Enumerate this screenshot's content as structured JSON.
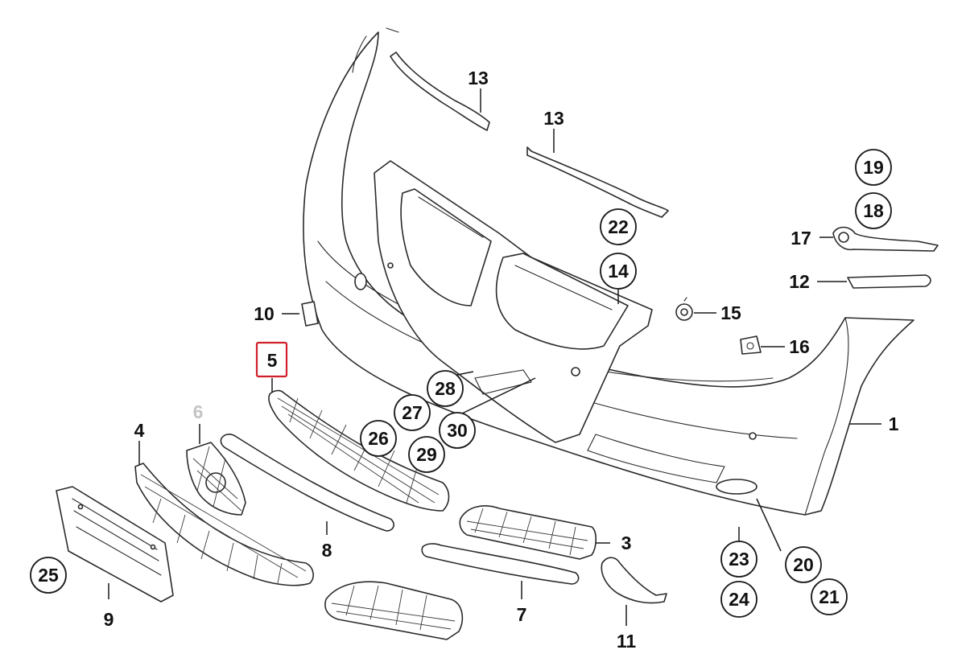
{
  "colors": {
    "line": "#2a2a2a",
    "highlight_box": "#d0202a",
    "dimmed_label": "#c4c4c4",
    "background": "#ffffff"
  },
  "labels": [
    {
      "id": "p1",
      "text": "1",
      "style": "plain"
    },
    {
      "id": "p3",
      "text": "3",
      "style": "plain"
    },
    {
      "id": "p4",
      "text": "4",
      "style": "plain"
    },
    {
      "id": "p5",
      "text": "5",
      "style": "boxed"
    },
    {
      "id": "p6",
      "text": "6",
      "style": "dimmed"
    },
    {
      "id": "p7",
      "text": "7",
      "style": "plain"
    },
    {
      "id": "p8",
      "text": "8",
      "style": "plain"
    },
    {
      "id": "p9",
      "text": "9",
      "style": "plain"
    },
    {
      "id": "p10",
      "text": "10",
      "style": "plain"
    },
    {
      "id": "p11",
      "text": "11",
      "style": "plain"
    },
    {
      "id": "p12",
      "text": "12",
      "style": "plain"
    },
    {
      "id": "p13a",
      "text": "13",
      "style": "plain"
    },
    {
      "id": "p13b",
      "text": "13",
      "style": "plain"
    },
    {
      "id": "p14",
      "text": "14",
      "style": "circled"
    },
    {
      "id": "p15",
      "text": "15",
      "style": "plain"
    },
    {
      "id": "p16",
      "text": "16",
      "style": "plain"
    },
    {
      "id": "p17",
      "text": "17",
      "style": "plain"
    },
    {
      "id": "p18",
      "text": "18",
      "style": "circled"
    },
    {
      "id": "p19",
      "text": "19",
      "style": "circled"
    },
    {
      "id": "p20",
      "text": "20",
      "style": "circled"
    },
    {
      "id": "p21",
      "text": "21",
      "style": "circled"
    },
    {
      "id": "p22",
      "text": "22",
      "style": "circled"
    },
    {
      "id": "p23",
      "text": "23",
      "style": "circled"
    },
    {
      "id": "p24",
      "text": "24",
      "style": "circled"
    },
    {
      "id": "p25",
      "text": "25",
      "style": "circled"
    },
    {
      "id": "p26",
      "text": "26",
      "style": "circled"
    },
    {
      "id": "p27",
      "text": "27",
      "style": "circled"
    },
    {
      "id": "p28",
      "text": "28",
      "style": "circled"
    },
    {
      "id": "p29",
      "text": "29",
      "style": "circled"
    },
    {
      "id": "p30",
      "text": "30",
      "style": "circled"
    }
  ]
}
